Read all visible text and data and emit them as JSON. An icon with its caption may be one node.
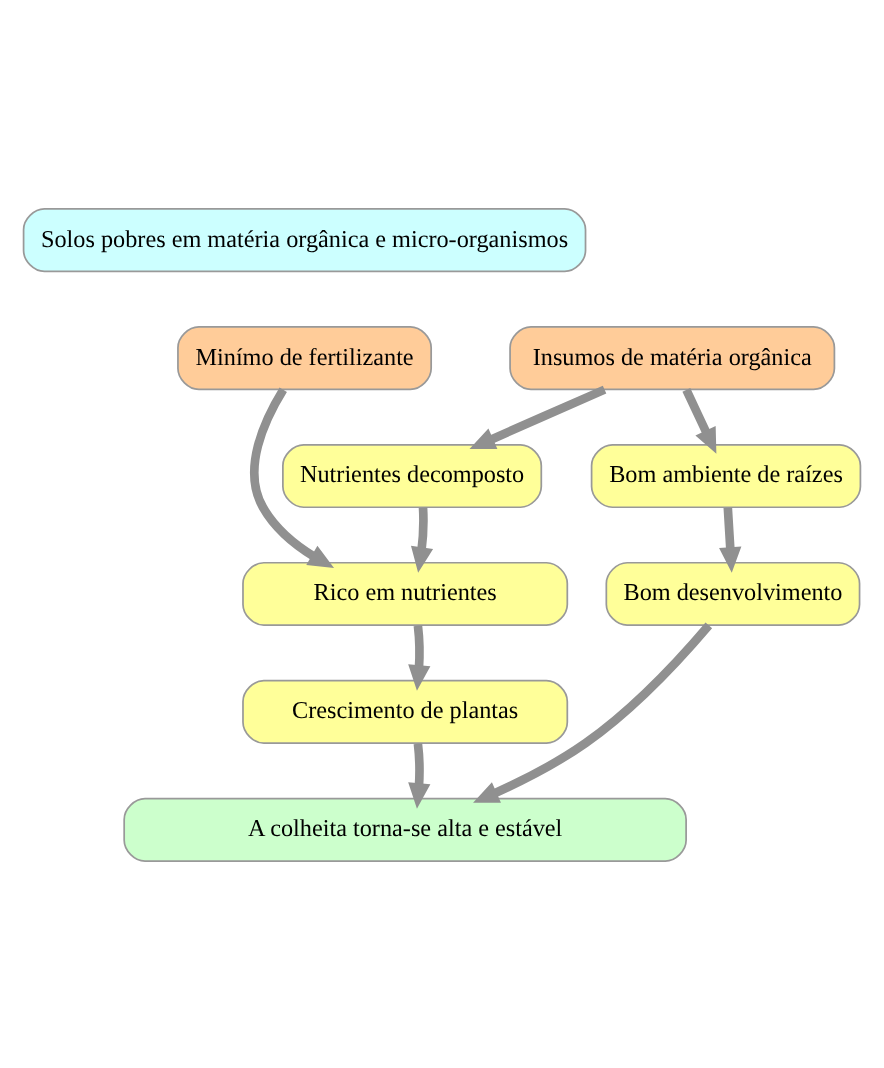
{
  "diagram": {
    "nodes": [
      {
        "text": [
          "Solos pobres em matéria orgânica e micro-organismos"
        ]
      },
      {
        "text": [
          "Minímo de fertilizante"
        ]
      },
      {
        "text": [
          "Insumos de matéria orgânica"
        ]
      },
      {
        "text": [
          "Nutrientes decomposto"
        ]
      },
      {
        "text": [
          "Bom ambiente de raízes"
        ]
      },
      {
        "text": [
          "Rico em nutrientes"
        ]
      },
      {
        "text": [
          "Bom desenvolvimento"
        ]
      },
      {
        "text": [
          "Crescimento de plantas"
        ]
      },
      {
        "text": [
          "A colheita torna-se alta e estável"
        ]
      }
    ],
    "edges": [
      {
        "from": 1,
        "to": 5,
        "arrow": "to"
      },
      {
        "from": 2,
        "to": 3,
        "arrow": "to"
      },
      {
        "from": 2,
        "to": 4,
        "arrow": "to"
      },
      {
        "from": 3,
        "to": 5,
        "arrow": "to"
      },
      {
        "from": 4,
        "to": 6,
        "arrow": "to"
      },
      {
        "from": 5,
        "to": 7,
        "arrow": "to"
      },
      {
        "from": 7,
        "to": 8,
        "arrow": "to"
      },
      {
        "from": 6,
        "to": 8,
        "arrow": "to"
      }
    ]
  }
}
